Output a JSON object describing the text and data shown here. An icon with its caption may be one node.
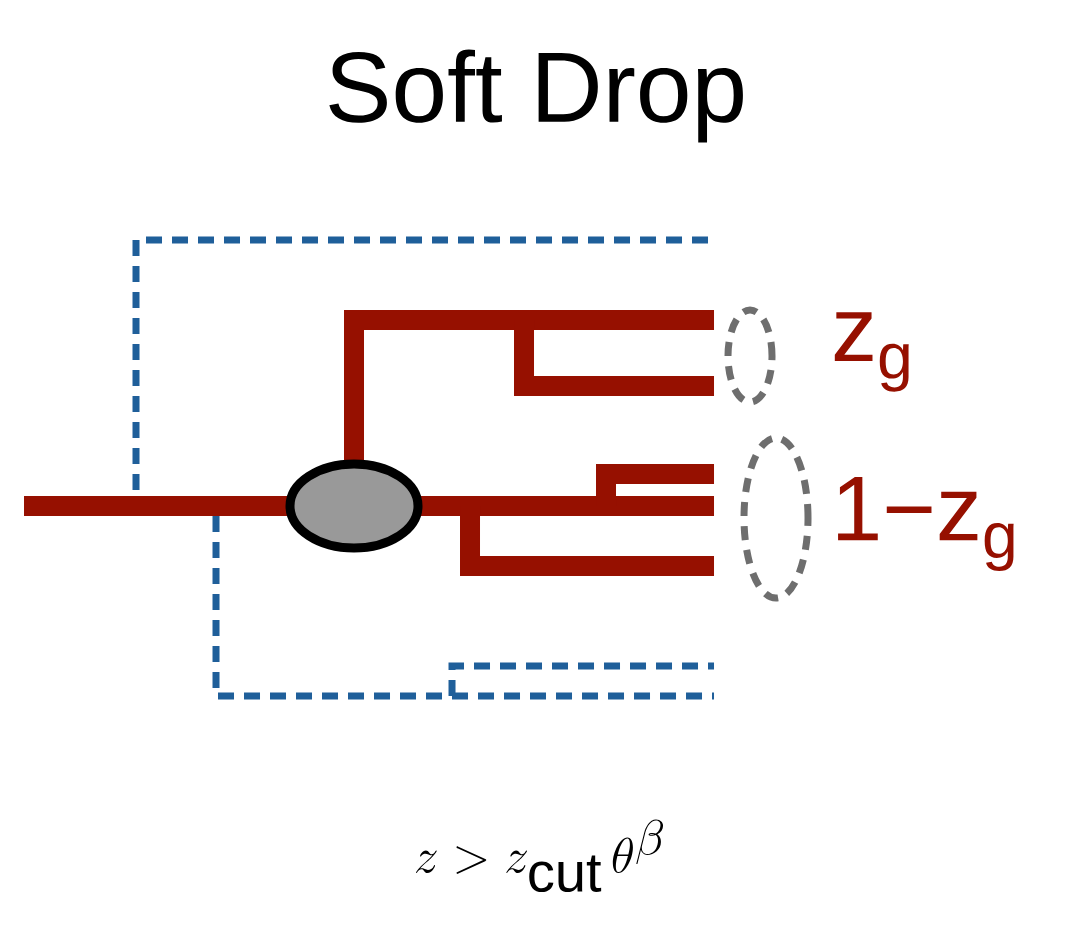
{
  "diagram": {
    "title": "Soft Drop",
    "caption": "z > z_{\\mathrm{cut}}\\,\\theta^{\\beta}",
    "labels": [
      "z$_{g}$",
      "1−z$_{g}$"
    ]
  }
}
